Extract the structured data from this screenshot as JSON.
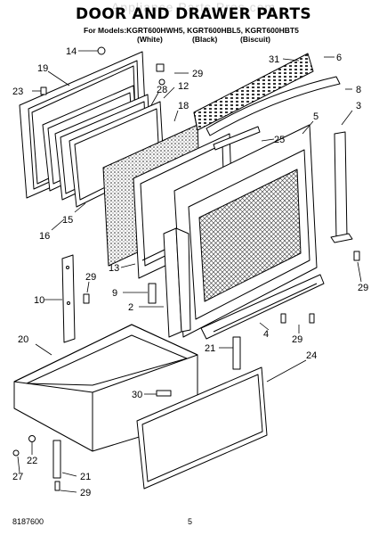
{
  "header": {
    "watermark": "Appliance Parts Pros.com",
    "title": "DOOR AND DRAWER PARTS",
    "models_line": "For Models:KGRT600HWH5, KGRT600HBL5, KGRT600HBT5",
    "color_white": "(White)",
    "color_black": "(Black)",
    "color_biscuit": "(Biscuit)"
  },
  "footer": {
    "doc_number": "8187600",
    "page": "5"
  },
  "callouts": [
    "14",
    "19",
    "23",
    "29",
    "28",
    "12",
    "18",
    "31",
    "6",
    "8",
    "3",
    "5",
    "25",
    "15",
    "16",
    "13",
    "29",
    "10",
    "9",
    "2",
    "4",
    "29",
    "21",
    "20",
    "24",
    "30",
    "22",
    "27",
    "21",
    "29",
    "29"
  ]
}
